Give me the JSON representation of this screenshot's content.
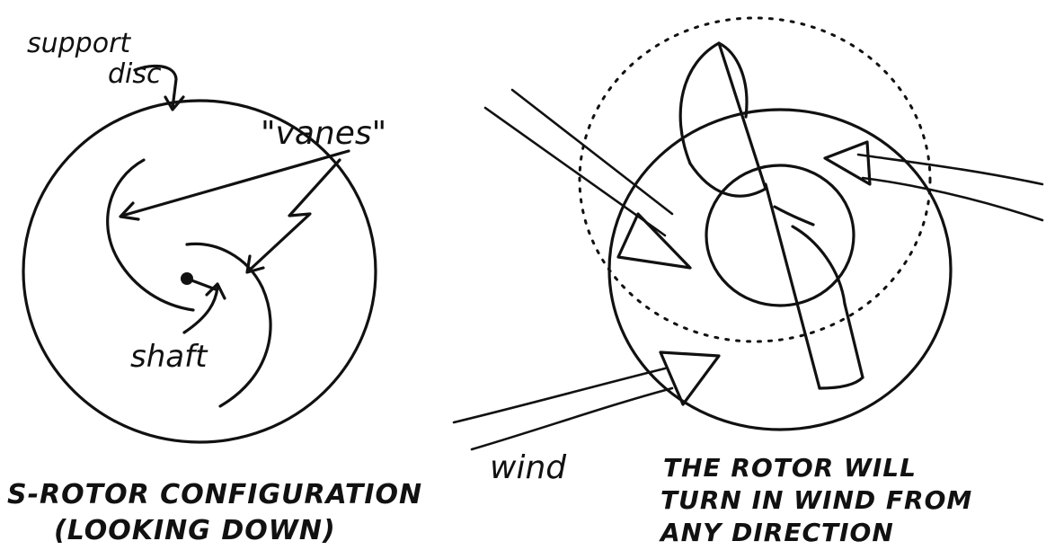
{
  "labels": {
    "support_disc_line1": "support",
    "support_disc_line2": "disc",
    "vanes": "\"vanes\"",
    "shaft": "shaft",
    "wind": "wind"
  },
  "captions": {
    "left_line1": "S-ROTOR CONFIGURATION",
    "left_line2": "(LOOKING DOWN)",
    "right_line1": "THE ROTOR WILL",
    "right_line2": "TURN IN WIND FROM",
    "right_line3": "ANY DIRECTION"
  }
}
